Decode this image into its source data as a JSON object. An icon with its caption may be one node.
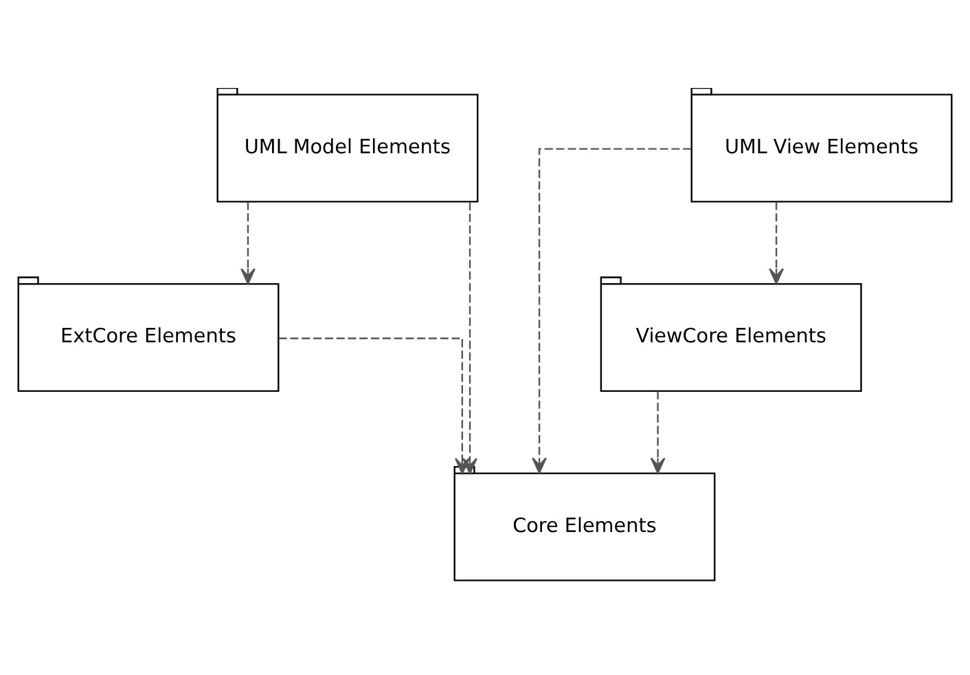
{
  "diagram": {
    "nodes": [
      {
        "text": [
          "UML Model Elements"
        ]
      },
      {
        "text": [
          "UML View Elements"
        ]
      },
      {
        "text": [
          "ExtCore Elements"
        ]
      },
      {
        "text": [
          "ViewCore Elements"
        ]
      },
      {
        "text": [
          "Core Elements"
        ]
      }
    ],
    "edges": [
      {
        "from": 0,
        "to": 2,
        "arrow": "to",
        "style": "dashed"
      },
      {
        "from": 1,
        "to": 3,
        "arrow": "to",
        "style": "dashed"
      },
      {
        "from": 2,
        "to": 4,
        "arrow": "to",
        "style": "dashed"
      },
      {
        "from": 3,
        "to": 4,
        "arrow": "to",
        "style": "dashed"
      },
      {
        "from": 0,
        "to": 4,
        "arrow": "to",
        "style": "dashed"
      },
      {
        "from": 1,
        "to": 4,
        "arrow": "to",
        "style": "dashed"
      }
    ]
  }
}
